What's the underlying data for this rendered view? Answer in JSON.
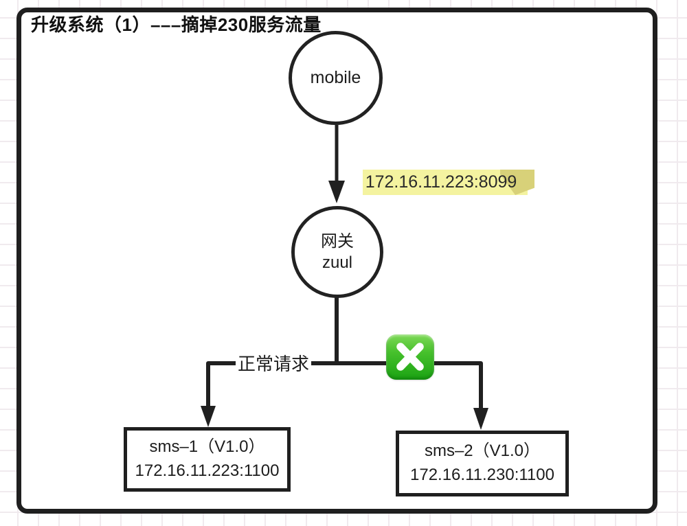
{
  "title": "升级系统（1）–––摘掉230服务流量",
  "diagram": {
    "mobile": {
      "label": "mobile"
    },
    "gateway": {
      "label_cn": "网关",
      "label_en": "zuul"
    },
    "gateway_endpoint": "172.16.11.223:8099",
    "edge_label_normal": "正常请求",
    "blocked_icon": "cross-mark-button",
    "sms1": {
      "name": "sms–1（V1.0）",
      "address": "172.16.11.223:1100"
    },
    "sms2": {
      "name": "sms–2（V1.0）",
      "address": "172.16.11.230:1100"
    }
  },
  "colors": {
    "line": "#202020",
    "note_yellow": "#f4f3a0",
    "note_fold": "#d8d179",
    "blocked_green": "#2fb11e",
    "grid": "#f0eaee"
  }
}
